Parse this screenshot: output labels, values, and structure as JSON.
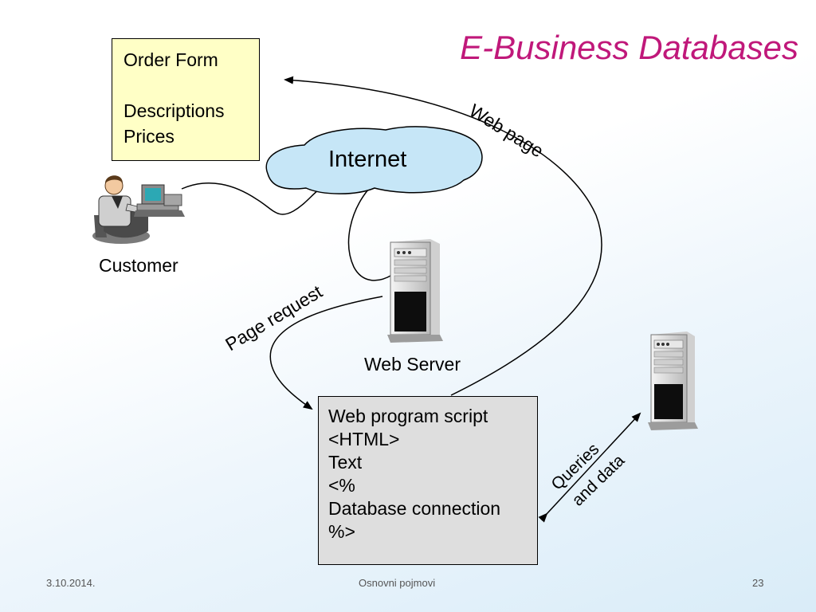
{
  "slide": {
    "title": "E-Business Databases",
    "order_form": {
      "line1": "Order Form",
      "line2": "Descriptions",
      "line3": "Prices"
    },
    "cloud_label": "Internet",
    "customer_label": "Customer",
    "web_server_label": "Web Server",
    "web_page_label": "Web page",
    "page_request_label": "Page request",
    "queries_label_line1": "Queries",
    "queries_label_line2": "and data",
    "script_box": [
      "Web program script",
      "<HTML>",
      "Text",
      "<%",
      "Database connection",
      "%>"
    ]
  },
  "footer": {
    "date": "3.10.2014.",
    "center": "Osnovni pojmovi",
    "page": "23"
  },
  "colors": {
    "title": "#c0187a",
    "order_form_bg": "#ffffc6",
    "cloud_fill": "#c6e6f7",
    "script_box_bg": "#dedede"
  },
  "icons": [
    "customer-at-computer-icon",
    "web-server-tower-icon",
    "database-server-tower-icon",
    "internet-cloud-icon"
  ]
}
